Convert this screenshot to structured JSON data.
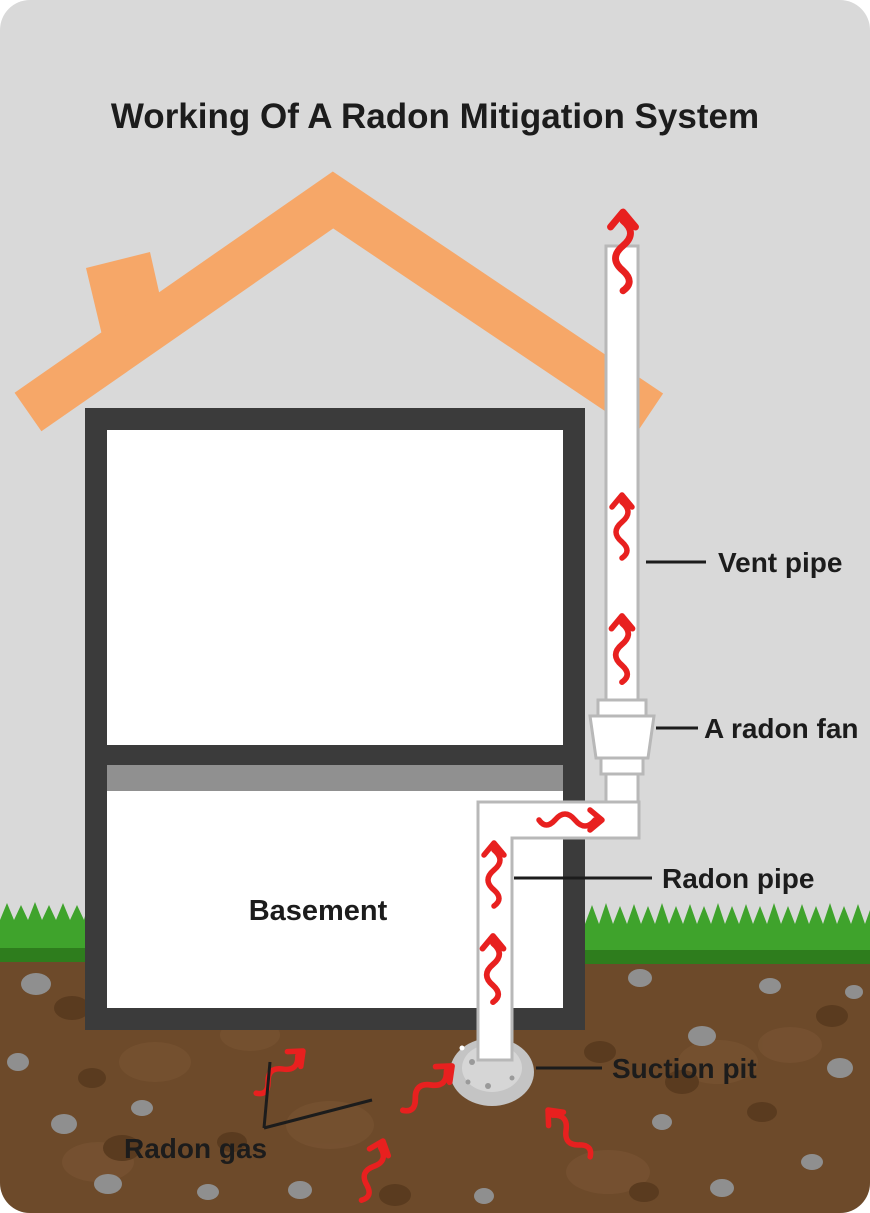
{
  "title": "Working Of A Radon Mitigation System",
  "diagram": {
    "house": {
      "basement_label": "Basement"
    },
    "annotations": {
      "vent_pipe": "Vent pipe",
      "radon_fan": "A radon fan",
      "radon_pipe": "Radon pipe",
      "suction_pit": "Suction pit",
      "radon_gas": "Radon gas"
    },
    "colors": {
      "background": "#d9d9d9",
      "roof": "#f6a768",
      "wall": "#3b3b3b",
      "floor_divider": "#909090",
      "grass": "#3fa32c",
      "grass_dark": "#2e7d1d",
      "soil": "#6d4a2a",
      "soil_light": "#7b5634",
      "soil_dark": "#5a3b1f",
      "rock": "#8f8f8f",
      "pipe": "#ffffff",
      "pipe_outline": "#b8b8b8",
      "suction_pit": "#c4c4c4",
      "arrow": "#e8201f",
      "text": "#1c1c1c"
    }
  }
}
